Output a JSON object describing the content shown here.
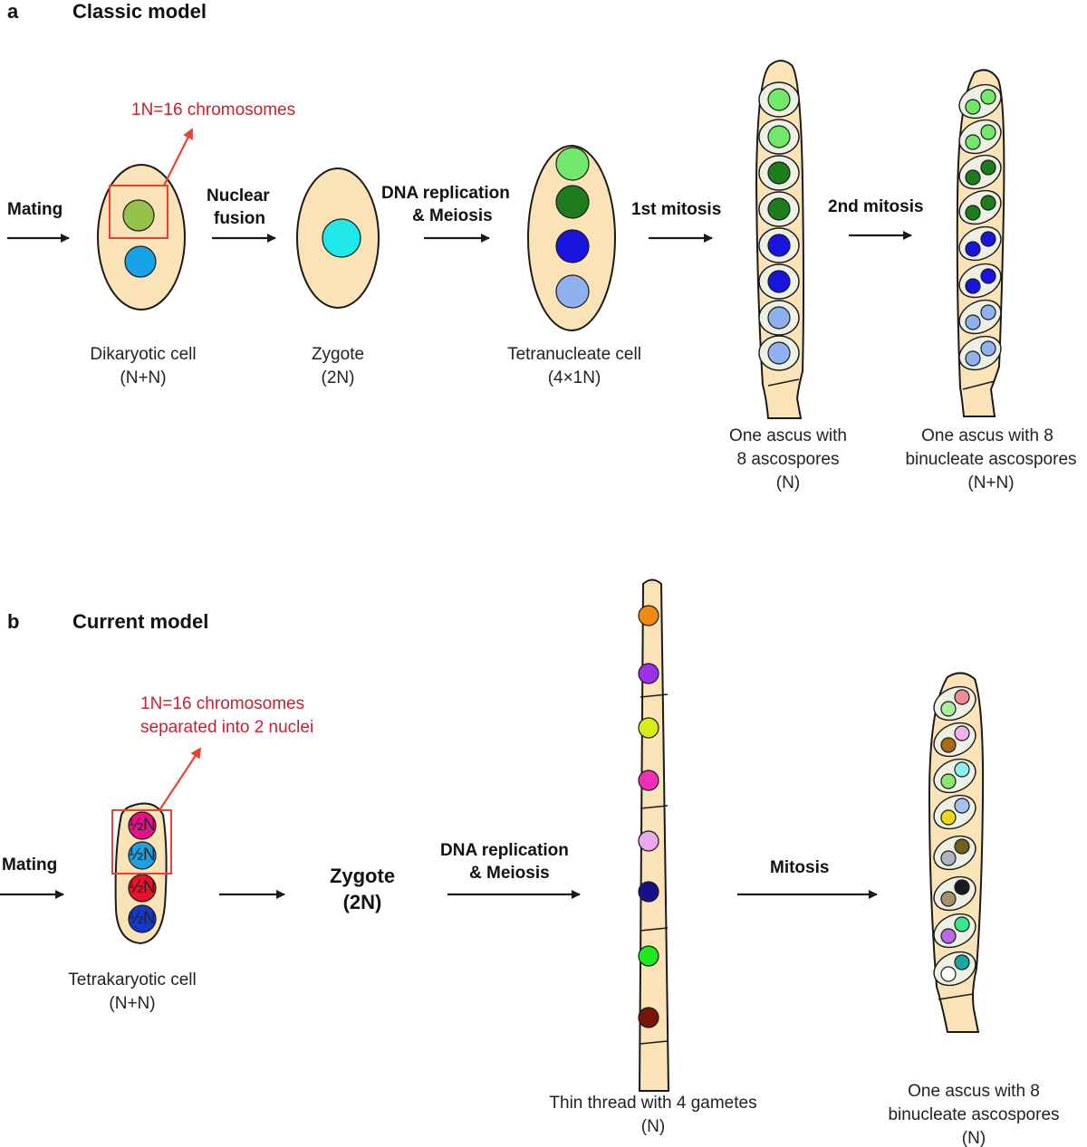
{
  "panel_a": {
    "letter": "a",
    "title": "Classic model",
    "annotation": "1N=16 chromosomes",
    "steps": {
      "mating": "Mating",
      "nuclear_fusion_1": "Nuclear",
      "nuclear_fusion_2": "fusion",
      "dna_replication": "DNA replication",
      "meiosis": "& Meiosis",
      "first_mitosis": "1st mitosis",
      "second_mitosis": "2nd mitosis"
    },
    "cells": {
      "dikaryotic": [
        "Dikaryotic cell",
        "(N+N)"
      ],
      "zygote": [
        "Zygote",
        "(2N)"
      ],
      "tetranucleate": [
        "Tetranucleate cell",
        "(4×1N)"
      ],
      "ascus8": [
        "One ascus with",
        "8 ascospores",
        "(N)"
      ],
      "ascus8_binucleate": [
        "One ascus with 8",
        "binucleate ascospores",
        "(N+N)"
      ]
    }
  },
  "panel_b": {
    "letter": "b",
    "title": "Current model",
    "annotation": [
      "1N=16 chromosomes",
      "separated into 2 nuclei"
    ],
    "steps": {
      "mating": "Mating",
      "zygote_1": "Zygote",
      "zygote_2": "(2N)",
      "dna_replication": "DNA replication",
      "meiosis": "& Meiosis",
      "mitosis": "Mitosis"
    },
    "nucleus_label": "½N",
    "cells": {
      "tetrakaryotic": [
        "Tetrakaryotic cell",
        "(N+N)"
      ],
      "thread": [
        "Thin thread with 4 gametes",
        "(N)"
      ],
      "ascus8_binucleate": [
        "One ascus with 8",
        "binucleate ascospores",
        "(N)"
      ]
    }
  },
  "colors": {
    "cell_fill": "#fbe3b8",
    "spore_fill": "#eef0e3",
    "annotation_red": "#e8432f",
    "light_green": "#72e86a",
    "dark_green": "#1d7d1d",
    "blue": "#1a14e0",
    "light_blue": "#8fb2ef",
    "olive": "#95c24a",
    "sky": "#16a2e6",
    "cyan": "#1ee8e8"
  }
}
